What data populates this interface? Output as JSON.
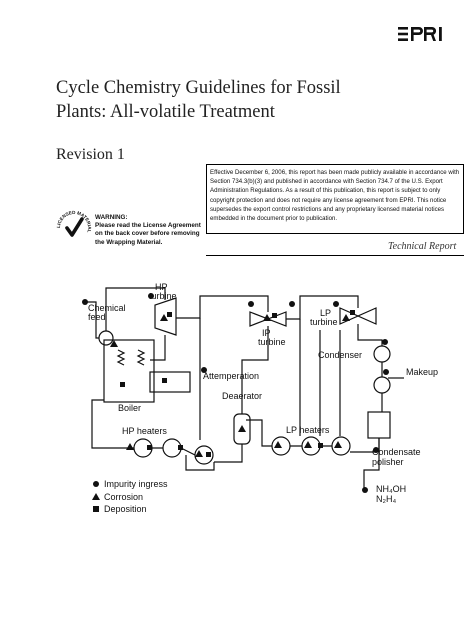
{
  "brand": "EPRI",
  "title_lines": [
    "Cycle Chemistry Guidelines for Fossil",
    "Plants: All-volatile Treatment"
  ],
  "revision": "Revision 1",
  "notice": "Effective December 6, 2006, this report has been made publicly available in accordance with Section 734.3(b)(3) and published in accordance with Section 734.7 of the U.S. Export Administration Regulations. As a result of this publication, this report is subject to only copyright protection and does not require any license agreement from EPRI. This notice supersedes the export control restrictions and any proprietary licensed material notices embedded in the document prior to publication.",
  "report_type": "Technical Report",
  "seal_text": "LICENSED MATERIAL",
  "warning": {
    "heading": "WARNING:",
    "lines": [
      "Please read the License Agreement",
      "on the back cover before removing",
      "the Wrapping Material."
    ]
  },
  "diagram": {
    "labels": {
      "chemical_feed_1": "Chemical",
      "chemical_feed_2": "feed",
      "hp_turbine_1": "HP",
      "hp_turbine_2": "turbine",
      "ip_1": "IP",
      "ip_2": "turbine",
      "lp_1": "LP",
      "lp_2": "turbine",
      "condenser": "Condenser",
      "attemperation": "Attemperation",
      "makeup": "Makeup",
      "boiler": "Boiler",
      "deaerator": "Deaerator",
      "hp_heaters": "HP heaters",
      "lp_heaters": "LP heaters",
      "condensate_1": "Condensate",
      "condensate_2": "polisher",
      "nh4oh": "NH₄OH",
      "n2h4": "N₂H₄"
    },
    "legend": [
      {
        "symbol": "circle",
        "label": "Impurity ingress"
      },
      {
        "symbol": "triangle",
        "label": "Corrosion"
      },
      {
        "symbol": "square",
        "label": "Deposition"
      }
    ]
  }
}
